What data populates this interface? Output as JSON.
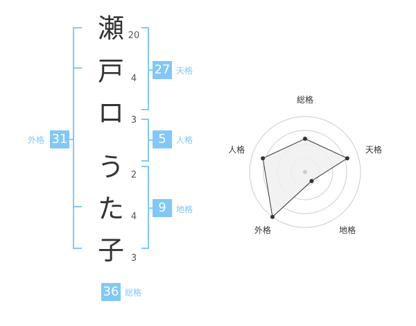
{
  "name": {
    "chars": [
      {
        "char": "瀬",
        "strokes": "20"
      },
      {
        "char": "戸",
        "strokes": "4"
      },
      {
        "char": "ロ",
        "strokes": "3"
      },
      {
        "char": "う",
        "strokes": "2"
      },
      {
        "char": "た",
        "strokes": "4"
      },
      {
        "char": "子",
        "strokes": "3"
      }
    ]
  },
  "fortune": {
    "tenkaku": {
      "value": "27",
      "label": "天格"
    },
    "jinkaku": {
      "value": "5",
      "label": "人格"
    },
    "chikaku": {
      "value": "9",
      "label": "地格"
    },
    "gaikaku": {
      "value": "31",
      "label": "外格"
    },
    "soukaku": {
      "value": "36",
      "label": "総格"
    }
  },
  "chart_data": {
    "type": "radar",
    "axes": [
      "総格",
      "天格",
      "地格",
      "外格",
      "人格"
    ],
    "values": [
      3,
      4,
      1,
      5,
      4
    ],
    "range": [
      0,
      5
    ],
    "rings": 4
  },
  "colors": {
    "accent": "#80c8f8",
    "bracket": "#80c8f8",
    "polygon_fill": "#f0f0f0",
    "polygon_stroke": "#333333",
    "ring": "#cccccc"
  }
}
